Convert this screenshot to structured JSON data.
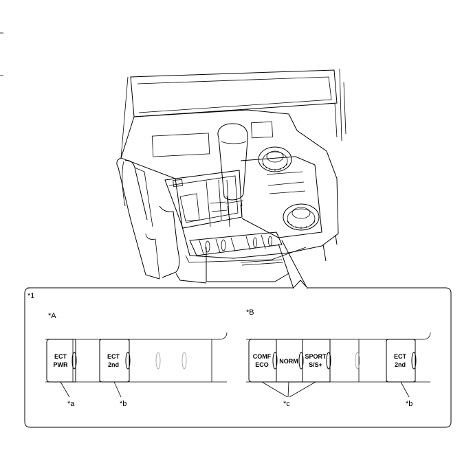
{
  "callouts": {
    "main": "*1",
    "view_a": "*A",
    "view_b": "*B",
    "a": "*a",
    "b1": "*b",
    "c": "*c",
    "b2": "*b"
  },
  "panel_a": {
    "btn1": [
      "ECT",
      "PWR"
    ],
    "btn2": [
      "ECT",
      "2nd"
    ]
  },
  "panel_b": {
    "btn1": [
      "COMF",
      "ECO"
    ],
    "btn2": [
      "NORM"
    ],
    "btn3": [
      "SPORT",
      "S/S+"
    ],
    "btn4": [
      "ECT",
      "2nd"
    ]
  }
}
